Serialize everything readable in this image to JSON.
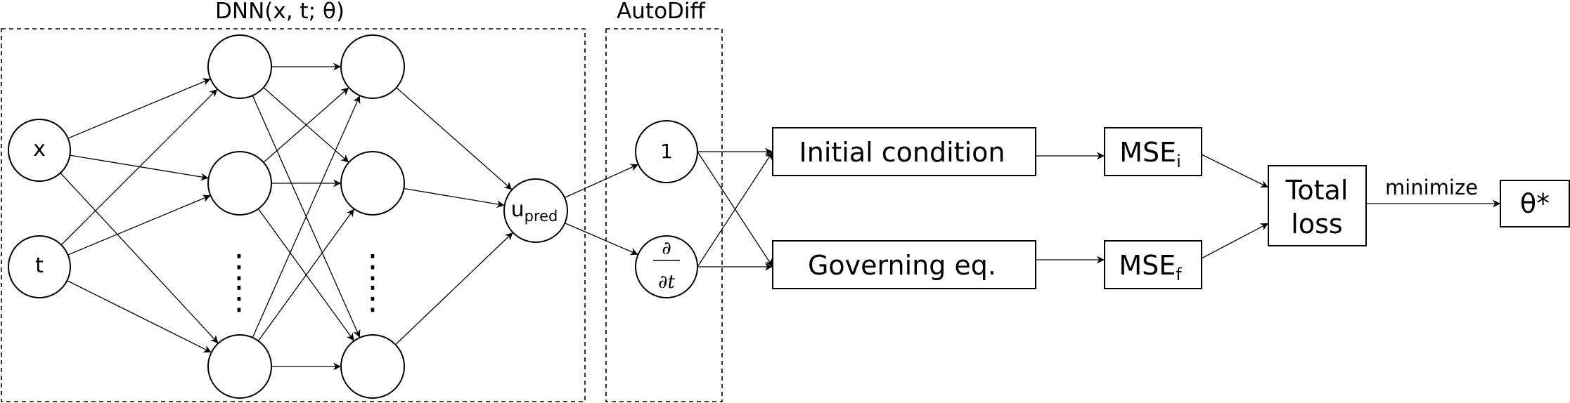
{
  "groups": {
    "dnn_title": "DNN(x, t; θ)",
    "autodiff_title": "AutoDiff"
  },
  "inputs": {
    "x": "x",
    "t": "t"
  },
  "hidden": {
    "dots": "⋮"
  },
  "output": {
    "base": "u",
    "sub": "pred"
  },
  "autodiff": {
    "identity": "1",
    "partial_num": "∂",
    "partial_den": "∂t"
  },
  "conditions": {
    "initial": "Initial condition",
    "governing": "Governing eq."
  },
  "losses": {
    "mse_base": "MSE",
    "mse_i_sub": "i",
    "mse_f_sub": "f",
    "total_line1": "Total",
    "total_line2": "loss"
  },
  "optimize": {
    "edge_label": "minimize",
    "result": "θ*"
  }
}
